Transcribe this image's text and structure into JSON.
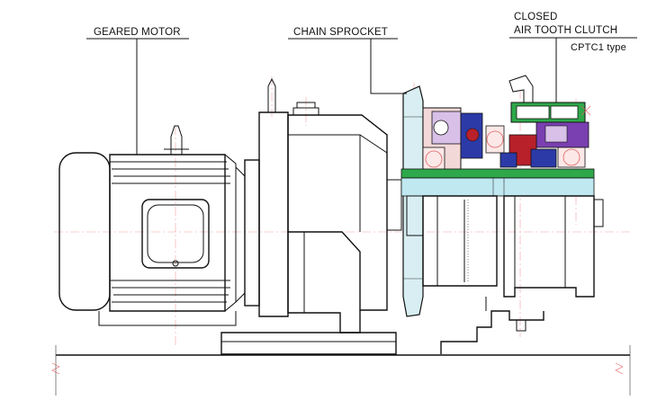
{
  "labels": {
    "geared_motor": "GEARED MOTOR",
    "chain_sprocket": "CHAIN SPROCKET",
    "clutch_line1": "CLOSED",
    "clutch_line2": "AIR TOOTH CLUTCH",
    "clutch_type": "CPTC1  type"
  },
  "colors": {
    "line": "#111111",
    "centerline": "#f2a0a0",
    "shaft_green": "#2ea84a",
    "sprocket_hub": "#d8eef2",
    "clutch_blue": "#2c3aa8",
    "clutch_red": "#b8202a",
    "clutch_purple": "#7a3fb0",
    "sleeve_cyan": "#bfe8f0"
  }
}
